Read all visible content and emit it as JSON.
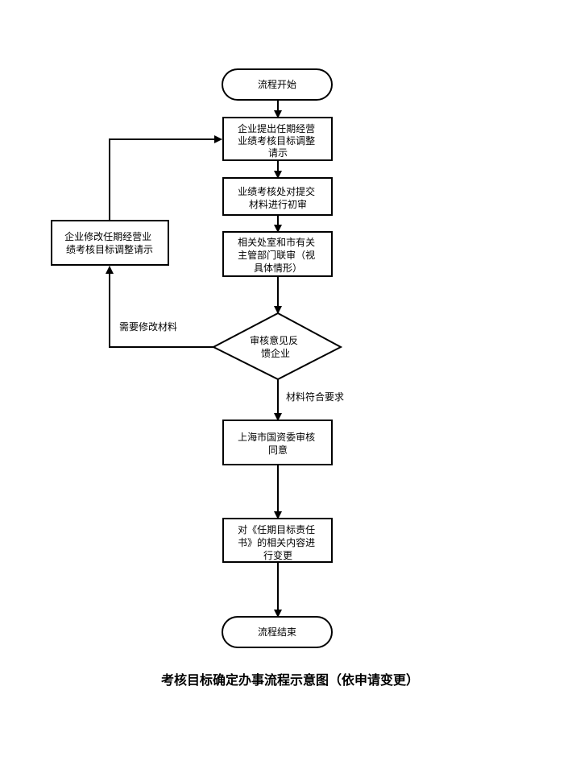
{
  "diagram": {
    "nodes": {
      "start": {
        "shape": "terminal",
        "lines": [
          "流程开始"
        ]
      },
      "submit": {
        "shape": "process",
        "lines": [
          "企业提出任期经营",
          "业绩考核目标调整",
          "请示"
        ]
      },
      "review1": {
        "shape": "process",
        "lines": [
          "业绩考核处对提交",
          "材料进行初审"
        ]
      },
      "review2": {
        "shape": "process",
        "lines": [
          "相关处室和市有关",
          "主管部门联审（视",
          "具体情形）"
        ]
      },
      "feedback": {
        "shape": "decision",
        "lines": [
          "审核意见反",
          "馈企业"
        ]
      },
      "modify": {
        "shape": "process",
        "lines": [
          "企业修改任期经营业",
          "绩考核目标调整请示"
        ]
      },
      "approve": {
        "shape": "process",
        "lines": [
          "上海市国资委审核",
          "同意"
        ]
      },
      "change": {
        "shape": "process",
        "lines": [
          "对《任期目标责任",
          "书》的相关内容进",
          "行变更"
        ]
      },
      "end": {
        "shape": "terminal",
        "lines": [
          "流程结束"
        ]
      }
    },
    "edges": {
      "needs_revision": "需要修改材料",
      "meets_requirements": "材料符合要求"
    },
    "caption": "考核目标确定办事流程示意图（依申请变更）"
  }
}
